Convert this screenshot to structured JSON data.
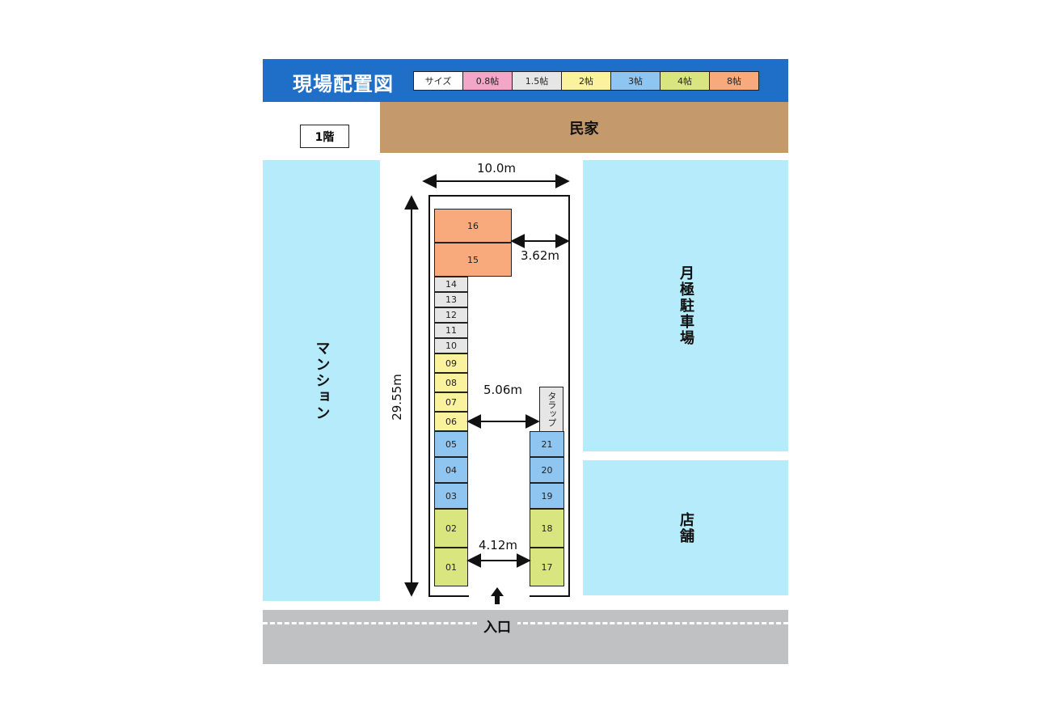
{
  "header": {
    "title": "現場配置図",
    "legend": [
      {
        "label": "サイズ",
        "color": "#ffffff"
      },
      {
        "label": "0.8帖",
        "color": "#f3a6c8"
      },
      {
        "label": "1.5帖",
        "color": "#e6e6e6"
      },
      {
        "label": "2帖",
        "color": "#fbf29e"
      },
      {
        "label": "3帖",
        "color": "#8ec5f1"
      },
      {
        "label": "4帖",
        "color": "#d9e680"
      },
      {
        "label": "8帖",
        "color": "#f9aa7c"
      }
    ]
  },
  "floor_label": "1階",
  "neighbors": {
    "top": "民家",
    "left": "マンション",
    "right_upper": "月極駐車場",
    "right_lower": "店舗",
    "road_entrance": "入口"
  },
  "dimensions": {
    "width": "10.0m",
    "height": "29.55m",
    "top_gap": "3.62m",
    "mid_gap": "5.06m",
    "bottom_gap": "4.12m"
  },
  "tarp_label": "タラップ",
  "units_left": [
    {
      "id": "16",
      "size": "8帖"
    },
    {
      "id": "15",
      "size": "8帖"
    },
    {
      "id": "14",
      "size": "1.5帖"
    },
    {
      "id": "13",
      "size": "1.5帖"
    },
    {
      "id": "12",
      "size": "1.5帖"
    },
    {
      "id": "11",
      "size": "1.5帖"
    },
    {
      "id": "10",
      "size": "1.5帖"
    },
    {
      "id": "09",
      "size": "2帖"
    },
    {
      "id": "08",
      "size": "2帖"
    },
    {
      "id": "07",
      "size": "2帖"
    },
    {
      "id": "06",
      "size": "2帖"
    },
    {
      "id": "05",
      "size": "3帖"
    },
    {
      "id": "04",
      "size": "3帖"
    },
    {
      "id": "03",
      "size": "3帖"
    },
    {
      "id": "02",
      "size": "4帖"
    },
    {
      "id": "01",
      "size": "4帖"
    }
  ],
  "units_right": [
    {
      "id": "21",
      "size": "3帖"
    },
    {
      "id": "20",
      "size": "3帖"
    },
    {
      "id": "19",
      "size": "3帖"
    },
    {
      "id": "18",
      "size": "4帖"
    },
    {
      "id": "17",
      "size": "4帖"
    }
  ]
}
